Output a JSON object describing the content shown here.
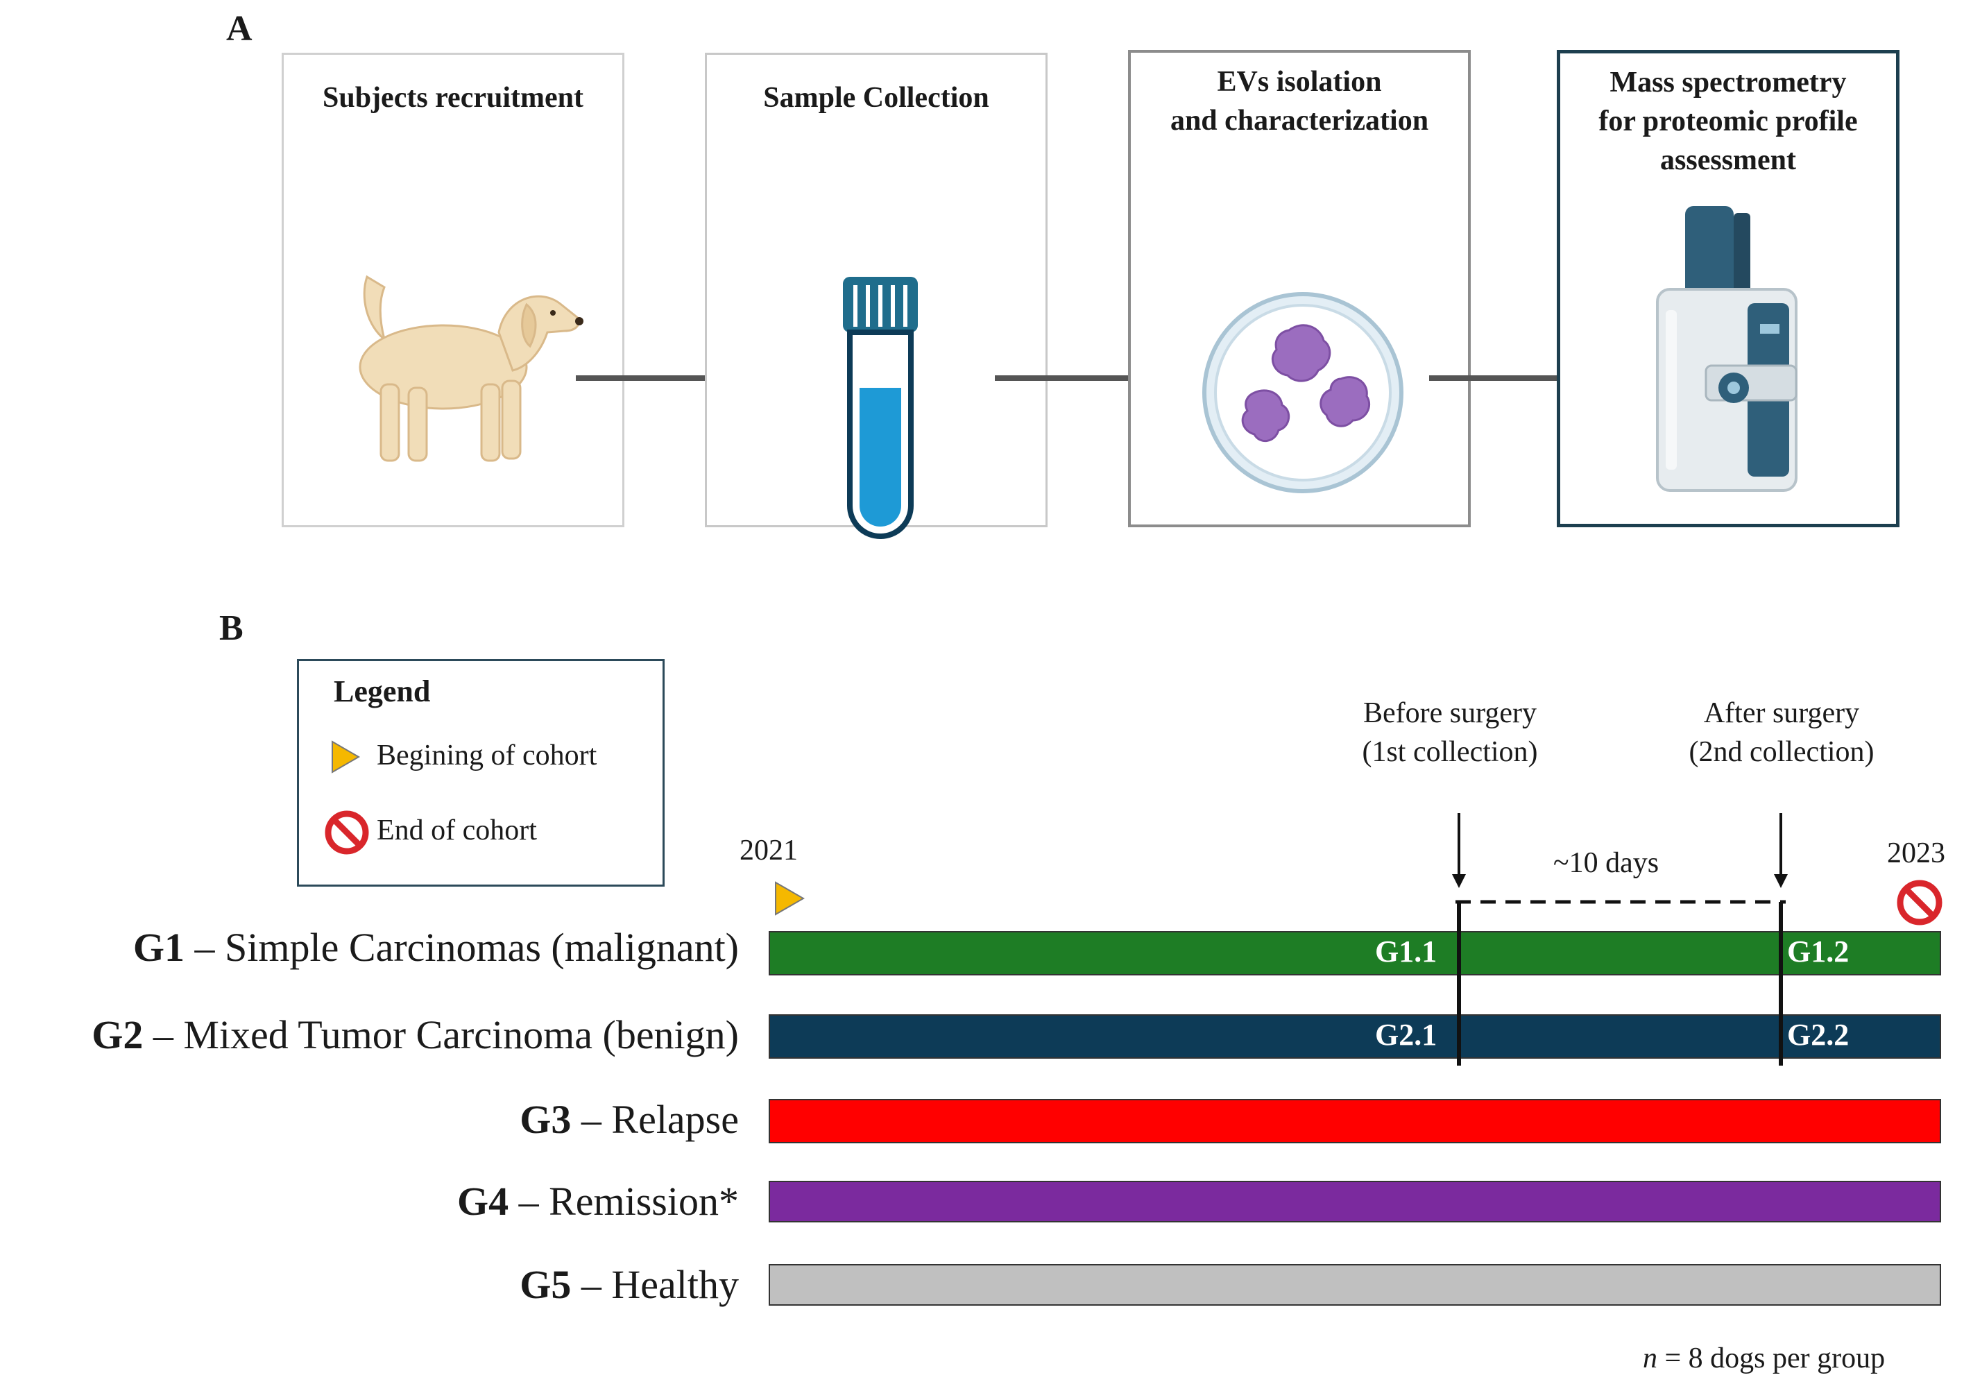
{
  "panel_a": {
    "letter": "A",
    "steps": [
      {
        "title": "Subjects recruitment",
        "icon": "dog-icon"
      },
      {
        "title": "Sample Collection",
        "icon": "test-tube-icon"
      },
      {
        "title": "EVs isolation\nand characterization",
        "icon": "petri-dish-icon"
      },
      {
        "title": "Mass spectrometry\nfor proteomic profile\nassessment",
        "icon": "mass-spectrometer-icon"
      }
    ]
  },
  "panel_b": {
    "letter": "B",
    "legend": {
      "title": "Legend",
      "begin_label": "Begining of cohort",
      "end_label": "End of cohort"
    },
    "timeline": {
      "start_year": "2021",
      "end_year": "2023",
      "before_surgery": "Before surgery\n(1st collection)",
      "after_surgery": "After surgery\n(2nd collection)",
      "interval": "~10 days"
    },
    "groups": [
      {
        "code": "G1",
        "desc": " – Simple Carcinomas (malignant)",
        "color": "#1e7d25",
        "sub1": "G1.1",
        "sub2": "G1.2"
      },
      {
        "code": "G2",
        "desc": " – Mixed Tumor Carcinoma (benign)",
        "color": "#0d3b57",
        "sub1": "G2.1",
        "sub2": "G2.2"
      },
      {
        "code": "G3",
        "desc": " – Relapse",
        "color": "#ff0000"
      },
      {
        "code": "G4",
        "desc": " – Remission*",
        "color": "#7b2a9e"
      },
      {
        "code": "G5",
        "desc": " – Healthy",
        "color": "#c0c0c0"
      }
    ],
    "footnote_n": "n",
    "footnote_rest": " = 8 dogs per group"
  },
  "colors": {
    "arrow": "#555555",
    "begin_marker": "#f5b800",
    "end_marker": "#d9262b"
  }
}
